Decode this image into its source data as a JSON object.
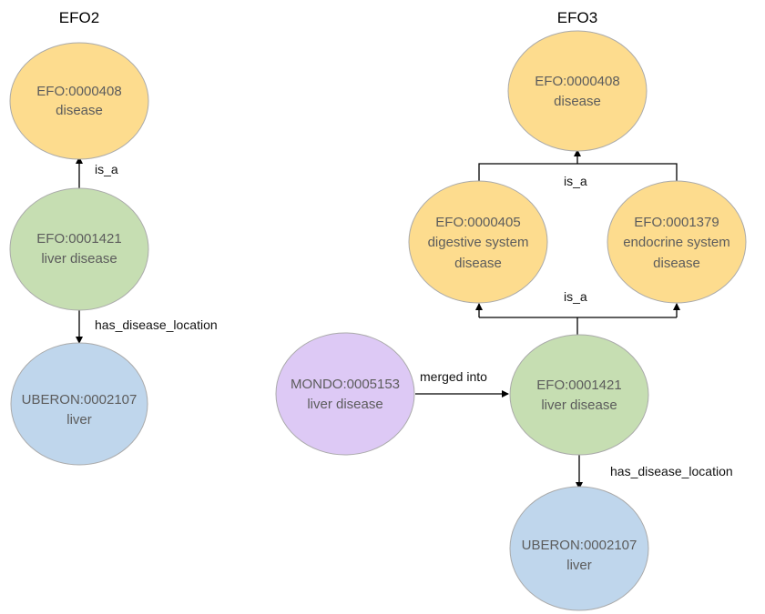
{
  "efo2": {
    "title": "EFO2",
    "disease": {
      "id": "EFO:0000408",
      "name": "disease"
    },
    "liver_disease": {
      "id": "EFO:0001421",
      "name": "liver disease"
    },
    "liver": {
      "id": "UBERON:0002107",
      "name": "liver"
    },
    "edge_is_a": "is_a",
    "edge_location": "has_disease_location"
  },
  "efo3": {
    "title": "EFO3",
    "disease": {
      "id": "EFO:0000408",
      "name": "disease"
    },
    "digestive": {
      "id": "EFO:0000405",
      "name1": "digestive system",
      "name2": "disease"
    },
    "endocrine": {
      "id": "EFO:0001379",
      "name1": "endocrine system",
      "name2": "disease"
    },
    "liver_disease": {
      "id": "EFO:0001421",
      "name": "liver disease"
    },
    "mondo": {
      "id": "MONDO:0005153",
      "name": "liver disease"
    },
    "liver": {
      "id": "UBERON:0002107",
      "name": "liver"
    },
    "edge_is_a_top": "is_a",
    "edge_is_a_bottom": "is_a",
    "edge_merged": "merged into",
    "edge_location": "has_disease_location"
  },
  "colors": {
    "yellow": "#fddc8e",
    "green": "#c6deb2",
    "blue": "#bfd6ec",
    "purple": "#ddc9f5"
  }
}
